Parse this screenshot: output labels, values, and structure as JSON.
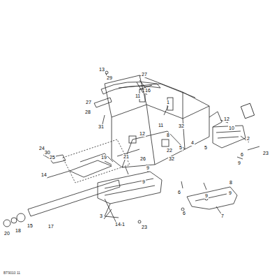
{
  "diagram": {
    "labels": [
      "13",
      "29",
      "27",
      "16",
      "11",
      "27",
      "28",
      "31",
      "1",
      "12",
      "10",
      "2",
      "32",
      "11",
      "8",
      "12",
      "32",
      "22",
      "5",
      "21",
      "26",
      "9",
      "4",
      "5",
      "6",
      "9",
      "23",
      "24",
      "30",
      "25",
      "19",
      "14",
      "14-1",
      "17",
      "20",
      "18",
      "15",
      "3",
      "23",
      "9",
      "6",
      "9",
      "6",
      "7",
      "8",
      "9",
      "BT9010 11"
    ]
  }
}
